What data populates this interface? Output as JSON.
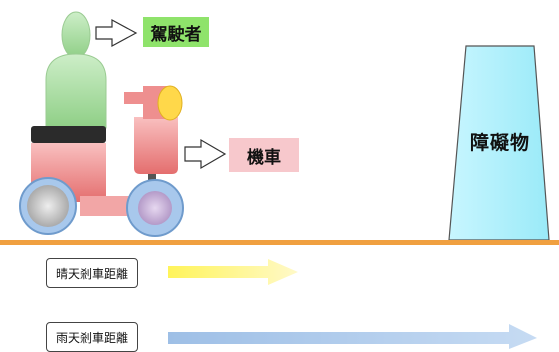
{
  "labels": {
    "driver": "駕駛者",
    "vehicle": "機車",
    "obstacle": "障礙物",
    "sunny_distance": "晴天剎車距離",
    "rainy_distance": "雨天剎車距離"
  },
  "colors": {
    "ground": "#f0a040",
    "obstacle_fill": "#aef2ff",
    "driver_fill": "#a8dca0",
    "vehicle_body": "#f08a8a",
    "headlight": "#ffd84a",
    "wheel_rim": "#a8c8ec",
    "sunny_arrow": "#fff27a",
    "rainy_arrow": "#a9c6ea",
    "driver_label_bg": "#8fe36b",
    "vehicle_label_bg": "#f7c8cc"
  },
  "icons": [
    "hollow-arrow-icon",
    "hollow-arrow-icon"
  ]
}
